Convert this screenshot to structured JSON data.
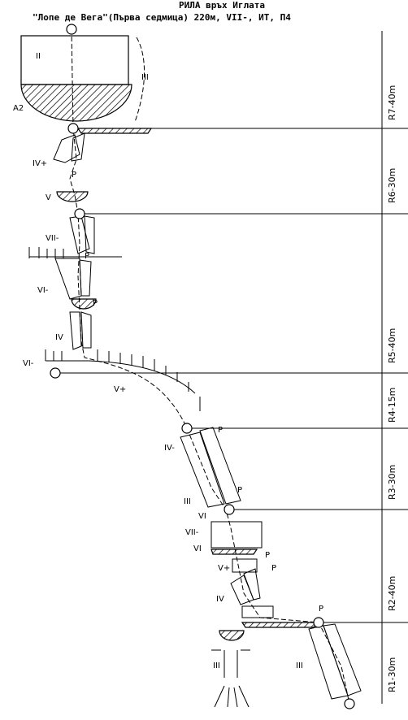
{
  "header": {
    "title": "РИЛА връх Иглата",
    "subtitle": "\"Лопе де Вега\"(Първа седмица) 220м, VII-, ИТ, П4"
  },
  "pitches": [
    {
      "label": "R7-40m"
    },
    {
      "label": "R6-30m"
    },
    {
      "label": "R5-40m"
    },
    {
      "label": "R4-15m"
    },
    {
      "label": "R3-30m"
    },
    {
      "label": "R2-40m"
    },
    {
      "label": "R1-30m"
    }
  ],
  "grades": {
    "g_II": "II",
    "g_III_top": "III",
    "g_A2": "A2",
    "g_IVp": "IV+",
    "g_V": "V",
    "g_VIIm_a": "VII-",
    "g_VIm_a": "VI-",
    "g_IV_a": "IV",
    "g_VIm_b": "VI-",
    "g_Vp_a": "V+",
    "g_IVm": "IV-",
    "g_III_mid": "III",
    "g_VI_a": "VI",
    "g_VIIm_b": "VII-",
    "g_VI_b": "VI",
    "g_Vp_b": "V+",
    "g_IV_b": "IV",
    "g_III_bl": "III",
    "g_III_br": "III"
  },
  "pegs": {
    "symbol": "P"
  }
}
